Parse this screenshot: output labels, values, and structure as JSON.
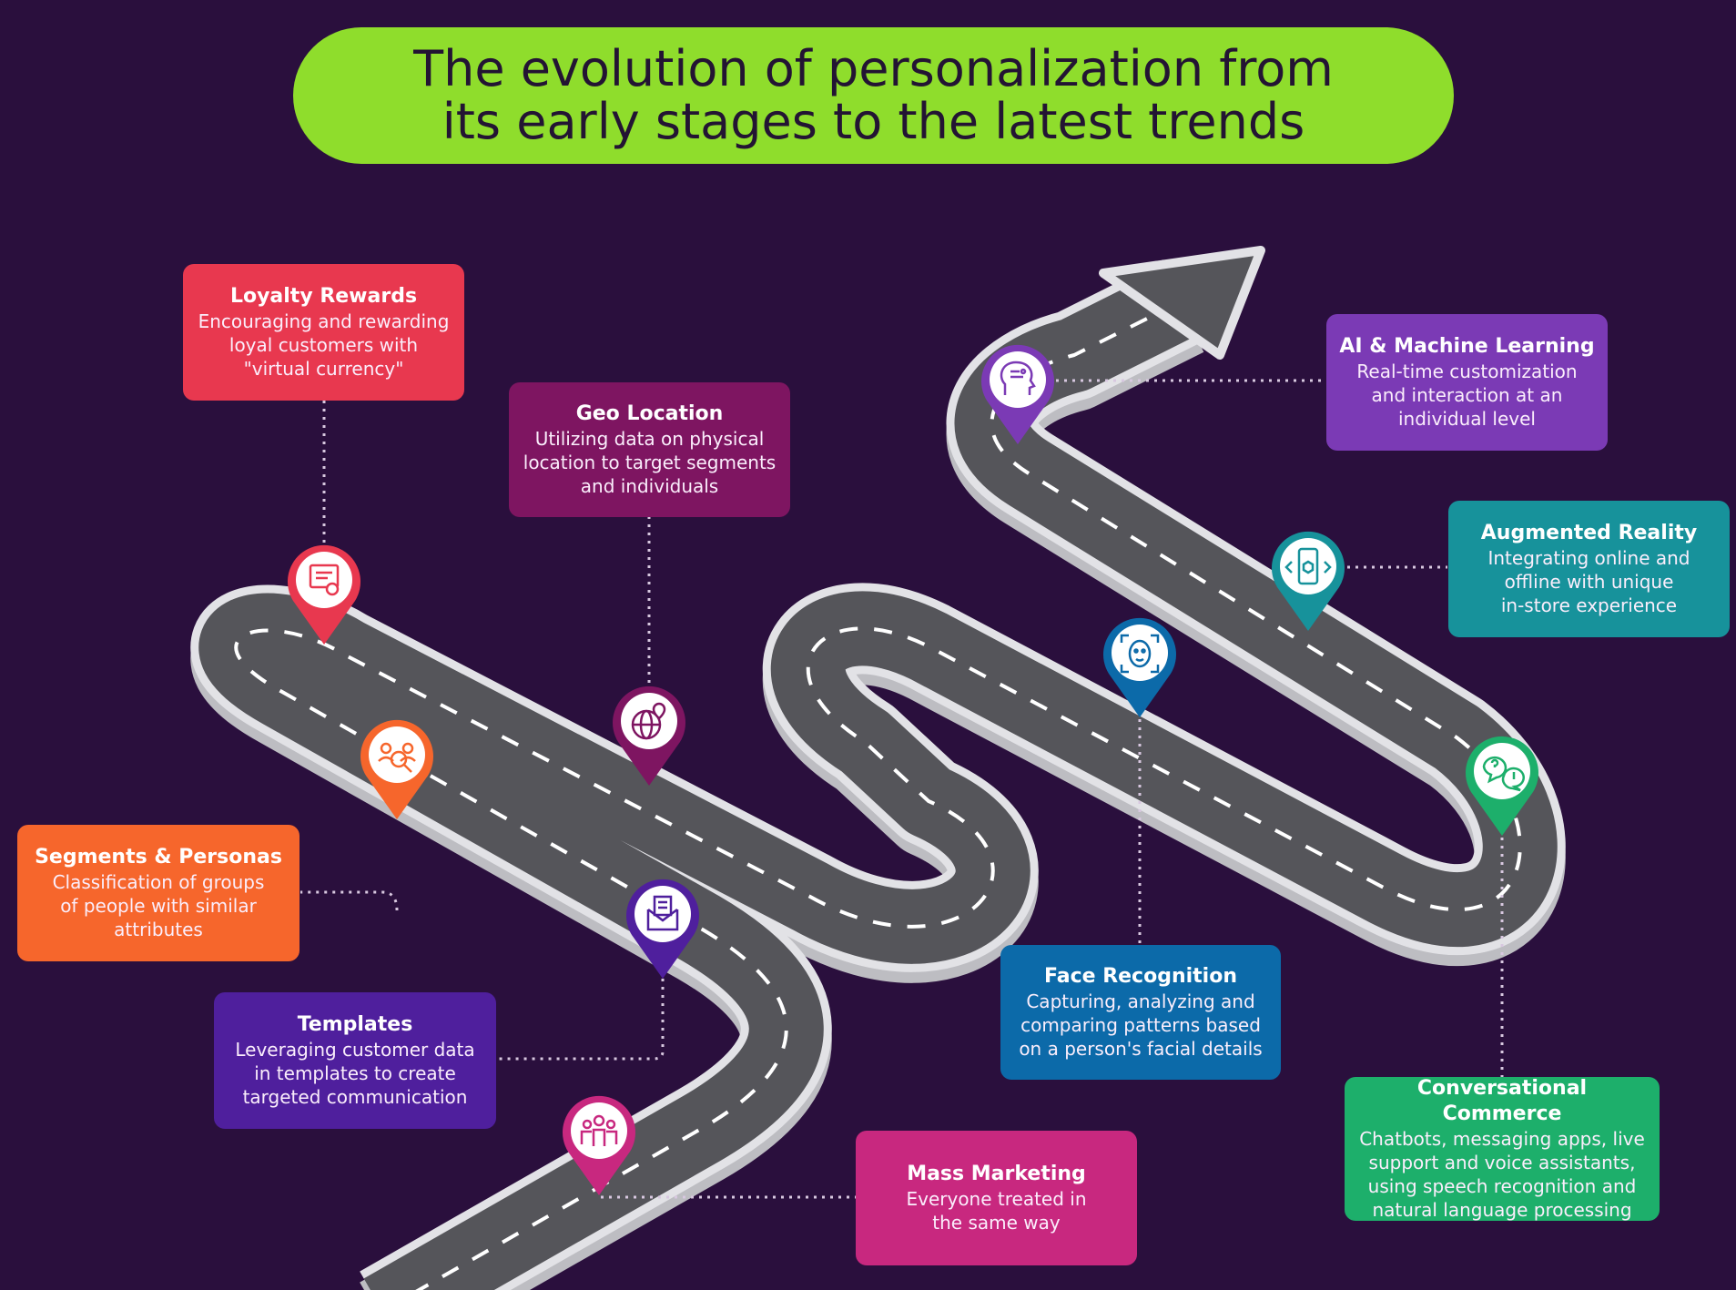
{
  "title": {
    "line1": "The evolution of personalization from",
    "line2": "its early stages to the latest trends"
  },
  "colors": {
    "background": "#2a0f3d",
    "title_bg": "#8fdd2c",
    "road": "#55555a",
    "road_edge": "#d4d4d8"
  },
  "milestones": {
    "loyalty": {
      "title": "Loyalty Rewards",
      "lines": [
        "Encouraging and rewarding",
        "loyal customers with",
        "\"virtual currency\""
      ],
      "color": "#e8384f",
      "icon": "certificate-icon"
    },
    "geo": {
      "title": "Geo Location",
      "lines": [
        "Utilizing data on physical",
        "location to target segments",
        "and individuals"
      ],
      "color": "#7e1561",
      "icon": "globe-pin-icon"
    },
    "ai": {
      "title": "AI & Machine Learning",
      "lines": [
        "Real-time customization",
        "and interaction at an",
        "individual level"
      ],
      "color": "#7b3ab5",
      "icon": "ai-head-icon"
    },
    "ar": {
      "title": "Augmented Reality",
      "lines": [
        "Integrating online and",
        "offline with unique",
        "in-store experience"
      ],
      "color": "#17929b",
      "icon": "ar-phone-icon"
    },
    "segments": {
      "title": "Segments & Personas",
      "lines": [
        "Classification of groups",
        "of people with similar",
        "attributes"
      ],
      "color": "#f6662c",
      "icon": "persona-search-icon"
    },
    "templates": {
      "title": "Templates",
      "lines": [
        "Leveraging customer data",
        "in templates to create",
        "targeted communication"
      ],
      "color": "#4f1f9d",
      "icon": "envelope-document-icon"
    },
    "face": {
      "title": "Face Recognition",
      "lines": [
        "Capturing, analyzing and",
        "comparing patterns based",
        "on a person's facial details"
      ],
      "color": "#0c6aa9",
      "icon": "face-scan-icon"
    },
    "conversational": {
      "title": "Conversational Commerce",
      "lines": [
        "Chatbots, messaging apps, live",
        "support and voice assistants,",
        "using speech recognition and",
        "natural language processing"
      ],
      "color": "#1daf6b",
      "icon": "chat-bubbles-icon"
    },
    "mass": {
      "title": "Mass Marketing",
      "lines": [
        "Everyone treated in",
        "the same way"
      ],
      "color": "#c8287f",
      "icon": "crowd-icon"
    }
  }
}
